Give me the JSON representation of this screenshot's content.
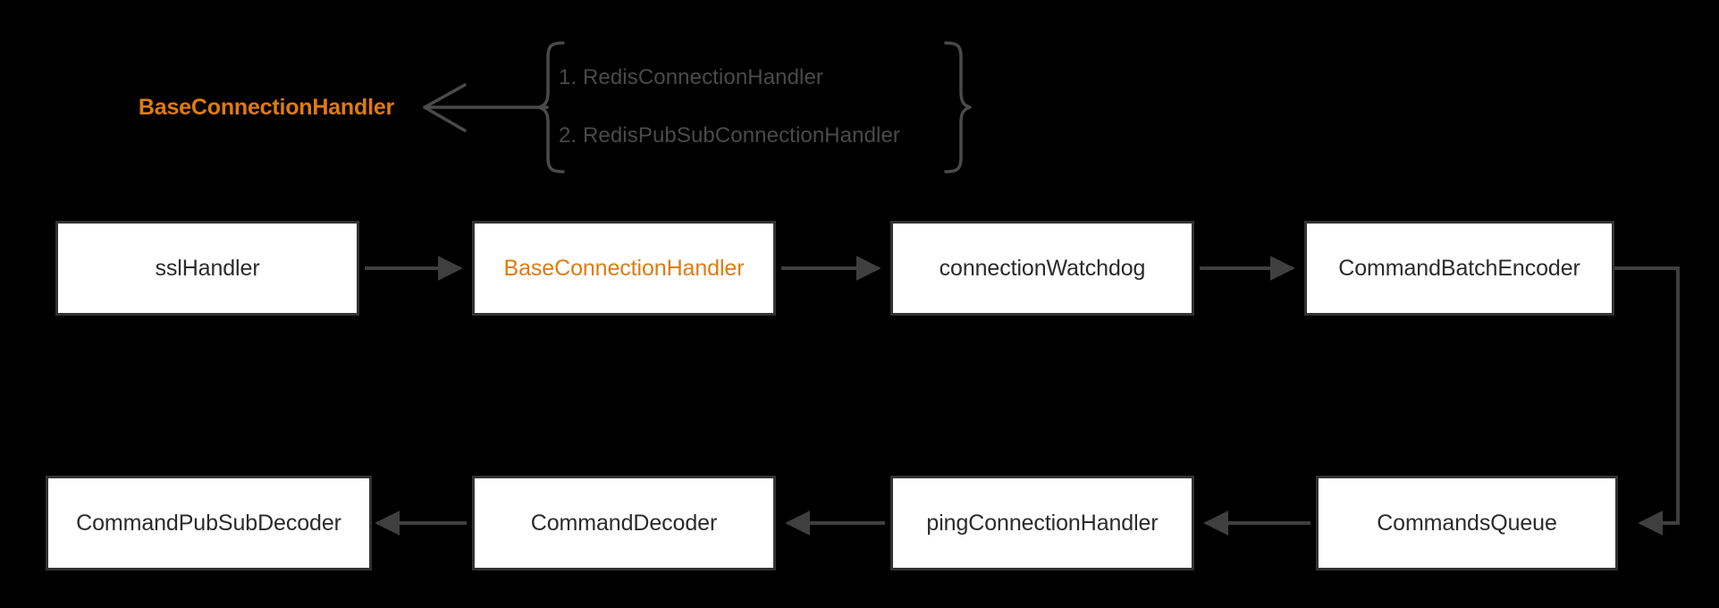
{
  "diagram": {
    "title_note": "",
    "colors": {
      "background": "#000000",
      "box_fill": "#ffffff",
      "box_border": "#333333",
      "text": "#2b2b2b",
      "accent": "#e07b10",
      "muted_text": "#4a4a4a",
      "edge": "#3f3f3f"
    },
    "inheritance": {
      "parent_label": "BaseConnectionHandler",
      "arrow": "left-arrow",
      "brace": "curly-brace",
      "subclasses": [
        {
          "index": "1.",
          "label": "RedisConnectionHandler",
          "text": "1. RedisConnectionHandler"
        },
        {
          "index": "2.",
          "label": "RedisPubSubConnectionHandler",
          "text": "2. RedisPubSubConnectionHandler"
        }
      ]
    },
    "pipeline": {
      "row1": [
        {
          "id": "sslHandler",
          "label": "sslHandler",
          "accent": false
        },
        {
          "id": "BaseConnectionHandler",
          "label": "BaseConnectionHandler",
          "accent": true
        },
        {
          "id": "connectionWatchdog",
          "label": "connectionWatchdog",
          "accent": false
        },
        {
          "id": "CommandBatchEncoder",
          "label": "CommandBatchEncoder",
          "accent": false
        }
      ],
      "row2": [
        {
          "id": "CommandPubSubDecoder",
          "label": "CommandPubSubDecoder",
          "accent": false
        },
        {
          "id": "CommandDecoder",
          "label": "CommandDecoder",
          "accent": false
        },
        {
          "id": "pingConnectionHandler",
          "label": "pingConnectionHandler",
          "accent": false
        },
        {
          "id": "CommandsQueue",
          "label": "CommandsQueue",
          "accent": false
        }
      ],
      "row1_flow": "left-to-right",
      "row2_flow": "right-to-left",
      "wrap_connector": "CommandBatchEncoder-to-CommandsQueue"
    }
  }
}
